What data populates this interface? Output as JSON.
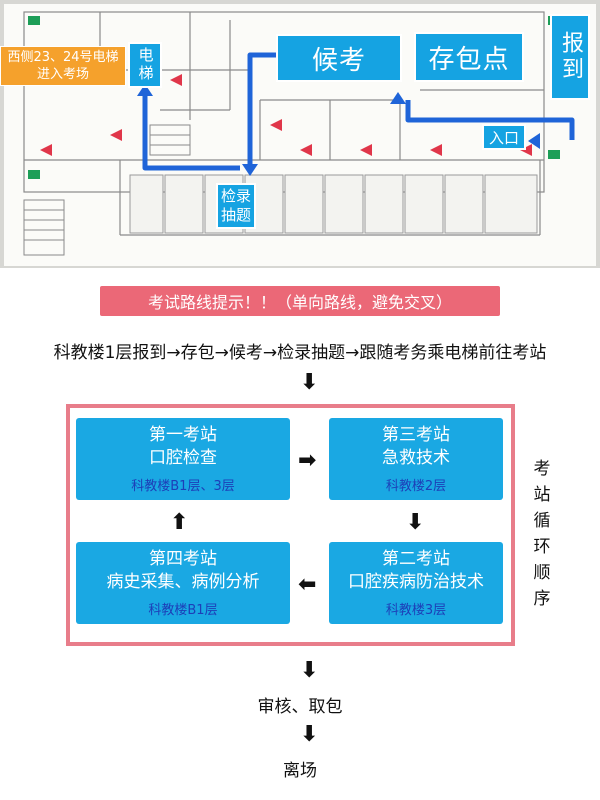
{
  "floorplan": {
    "labels": {
      "waiting": "候考",
      "bag_storage": "存包点",
      "check_in": "报到",
      "entrance": "入口",
      "id_check_draw": "检录抽题",
      "elevator": "电梯",
      "west_elevator_note": "西侧23、24号电梯进入考场"
    }
  },
  "banner": "考试路线提示！！（单向路线，避免交叉）",
  "route_line": "科教楼1层报到→存包→候考→检录抽题→跟随考务乘电梯前往考站",
  "stations_title": "考站循环顺序",
  "stations": {
    "s1": {
      "name": "第一考站",
      "subject": "口腔检查",
      "location": "科教楼B1层、3层"
    },
    "s3": {
      "name": "第三考站",
      "subject": "急救技术",
      "location": "科教楼2层"
    },
    "s4": {
      "name": "第四考站",
      "subject": "病史采集、病例分析",
      "location": "科教楼B1层"
    },
    "s2": {
      "name": "第二考站",
      "subject": "口腔疾病防治技术",
      "location": "科教楼3层"
    }
  },
  "after_steps": {
    "review": "审核、取包",
    "leave": "离场"
  },
  "colors": {
    "accent_blue": "#15a3e2",
    "route_blue": "#1f64d8",
    "banner_pink": "#eb6877",
    "frame_pink": "#e87d8a",
    "orange": "#f5a12c"
  }
}
